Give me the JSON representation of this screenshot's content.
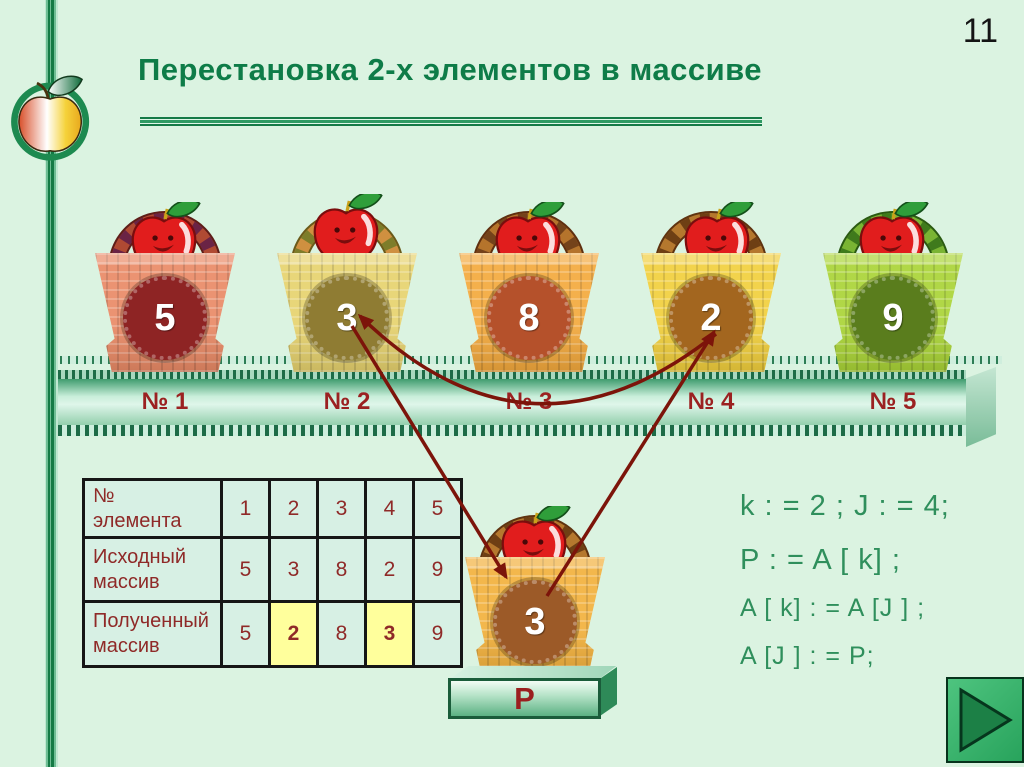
{
  "page": {
    "number": "11",
    "title": "Перестановка 2-х элементов в массиве"
  },
  "shelf": {
    "labels": [
      "№ 1",
      "№ 2",
      "№ 3",
      "№ 4",
      "№ 5"
    ]
  },
  "baskets": [
    {
      "value": "5"
    },
    {
      "value": "3"
    },
    {
      "value": "8"
    },
    {
      "value": "2"
    },
    {
      "value": "9"
    }
  ],
  "result_basket": {
    "value": "3",
    "pedestal_label": "P"
  },
  "table": {
    "rows": [
      {
        "label_lines": [
          "№",
          "элемента"
        ],
        "cells": [
          "1",
          "2",
          "3",
          "4",
          "5"
        ]
      },
      {
        "label_lines": [
          "Исходный",
          "массив"
        ],
        "cells": [
          "5",
          "3",
          "8",
          "2",
          "9"
        ]
      },
      {
        "label_lines": [
          "Полученный",
          "массив"
        ],
        "cells": [
          "5",
          "2",
          "8",
          "3",
          "9"
        ]
      }
    ]
  },
  "code": {
    "lines": [
      "k : = 2 ;  J : = 4;",
      "P : = A [ k] ;",
      "A [ k] : = A [J ] ;",
      "A [J ] : = P;"
    ]
  },
  "colors": {
    "background": "#dbf3e1",
    "title_green": "#0e7c48",
    "code_green": "#2f8f5c",
    "label_red": "#9b2121",
    "arrow_maroon": "#7c140a",
    "highlight_yellow": "#ffff9c"
  }
}
